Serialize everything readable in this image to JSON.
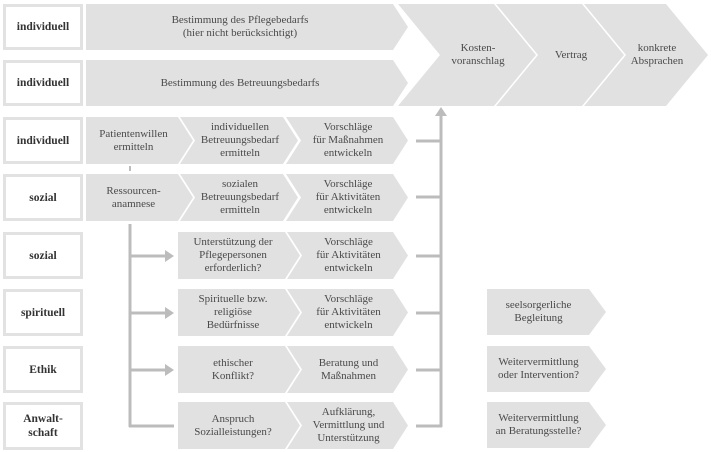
{
  "title": "Betreuungsbedarf – Ablaufschema",
  "colors": {
    "chevron_fill": "#e1e1e1",
    "connector": "#bcbcbc",
    "label_border": "#e2e2e2",
    "text": "#4a4a4a",
    "label_text": "#333333"
  },
  "rows": [
    {
      "label": "individuell",
      "steps": [
        "Bestimmung des Pflegebedarfs\n(hier nicht berücksichtigt)"
      ]
    },
    {
      "label": "individuell",
      "steps": [
        "Bestimmung des Betreuungsbedarfs"
      ]
    },
    {
      "label": "individuell",
      "steps": [
        "Patientenwillen\nermitteln",
        "individuellen\nBetreuungsbedarf\nermitteln",
        "Vorschläge\nfür Maßnahmen\nentwickeln"
      ]
    },
    {
      "label": "sozial",
      "steps": [
        "Ressourcen-\nanamnese",
        "sozialen\nBetreuungsbedarf\nermitteln",
        "Vorschläge\nfür Aktivitäten\nentwickeln"
      ]
    },
    {
      "label": "sozial",
      "steps": [
        "Unterstützung der\nPflegepersonen\nerforderlich?",
        "Vorschläge\nfür Aktivitäten\nentwickeln"
      ]
    },
    {
      "label": "spirituell",
      "steps": [
        "Spirituelle bzw.\nreligiöse\nBedürfnisse",
        "Vorschläge\nfür Aktivitäten\nentwickeln"
      ],
      "outcome": "seelsorgerliche\nBegleitung"
    },
    {
      "label": "Ethik",
      "steps": [
        "ethischer\nKonflikt?",
        "Beratung und\nMaßnahmen"
      ],
      "outcome": "Weitervermittlung\noder Intervention?"
    },
    {
      "label": "Anwalt-\nschaft",
      "steps": [
        "Anspruch\nSozialleistungen?",
        "Aufklärung,\nVermittlung und\nUnterstützung"
      ],
      "outcome": "Weitervermittlung\nan Beratungsstelle?"
    }
  ],
  "final_chain": [
    "Kosten-\nvoranschlag",
    "Vertrag",
    "konkrete\nAbsprachen"
  ]
}
